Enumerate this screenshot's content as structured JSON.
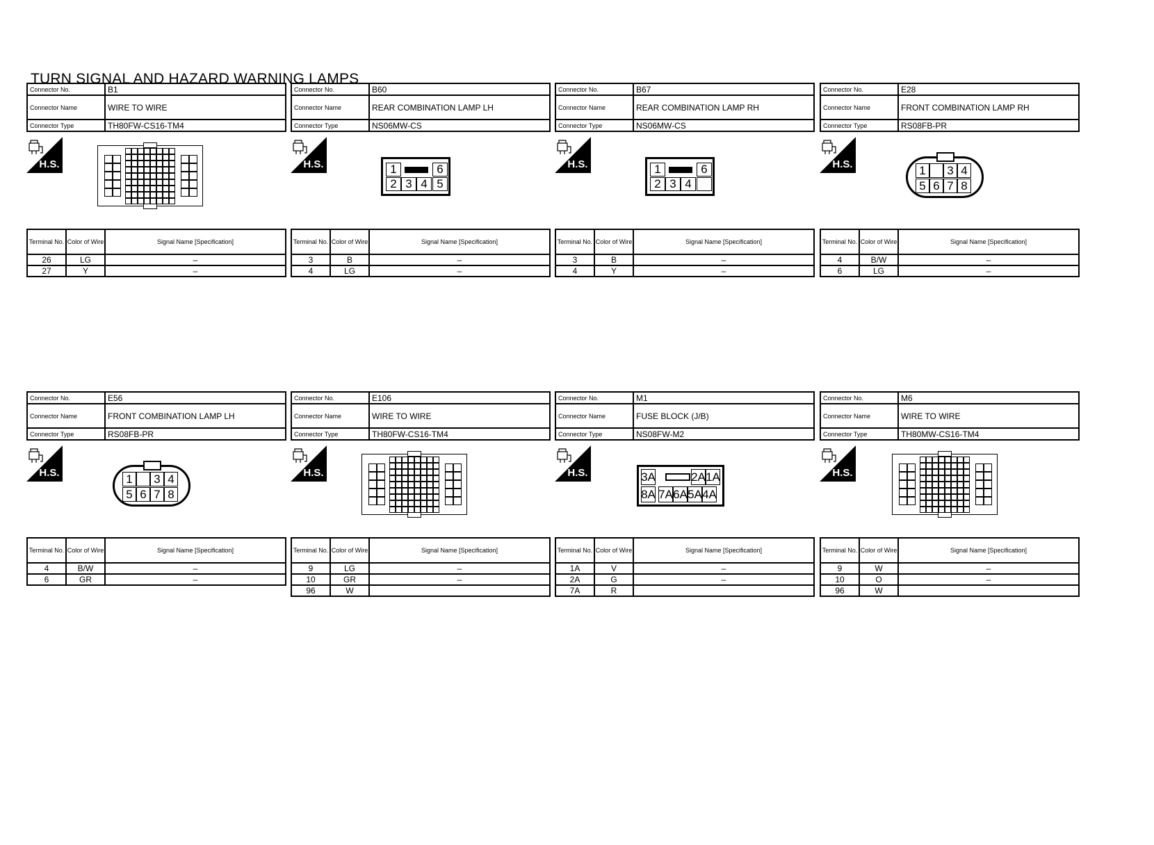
{
  "page": {
    "title": "TURN SIGNAL AND HAZARD WARNING LAMPS"
  },
  "labels": {
    "connector_no": "Connector No.",
    "connector_name": "Connector Name",
    "connector_type": "Connector Type",
    "hs_label": "H.S.",
    "col_terminal": "Terminal No.",
    "col_color": "Color of Wire",
    "col_signal": "Signal Name [Specification]"
  },
  "connectors": [
    {
      "no": "B1",
      "name": "WIRE TO WIRE",
      "type": "TH80FW-CS16-TM4",
      "rows": [
        {
          "terminal": "26",
          "color": "LG",
          "signal": "–"
        },
        {
          "terminal": "27",
          "color": "Y",
          "signal": "–"
        }
      ]
    },
    {
      "no": "B60",
      "name": "REAR COMBINATION LAMP LH",
      "type": "NS06MW-CS",
      "pins": [
        "1",
        "6",
        "2",
        "3",
        "4",
        "5"
      ],
      "rows": [
        {
          "terminal": "3",
          "color": "B",
          "signal": "–"
        },
        {
          "terminal": "4",
          "color": "LG",
          "signal": "–"
        }
      ]
    },
    {
      "no": "B67",
      "name": "REAR COMBINATION LAMP RH",
      "type": "NS06MW-CS",
      "pins": [
        "1",
        "6",
        "2",
        "3",
        "4"
      ],
      "rows": [
        {
          "terminal": "3",
          "color": "B",
          "signal": "–"
        },
        {
          "terminal": "4",
          "color": "Y",
          "signal": "–"
        }
      ]
    },
    {
      "no": "E28",
      "name": "FRONT COMBINATION LAMP RH",
      "type": "RS08FB-PR",
      "pins": [
        "1",
        "3",
        "4",
        "5",
        "6",
        "7",
        "8"
      ],
      "rows": [
        {
          "terminal": "4",
          "color": "B/W",
          "signal": "–"
        },
        {
          "terminal": "6",
          "color": "LG",
          "signal": "–"
        }
      ]
    },
    {
      "no": "E56",
      "name": "FRONT COMBINATION LAMP LH",
      "type": "RS08FB-PR",
      "pins": [
        "1",
        "3",
        "4",
        "5",
        "6",
        "7",
        "8"
      ],
      "rows": [
        {
          "terminal": "4",
          "color": "B/W",
          "signal": "–"
        },
        {
          "terminal": "6",
          "color": "GR",
          "signal": "–"
        }
      ]
    },
    {
      "no": "E106",
      "name": "WIRE TO WIRE",
      "type": "TH80FW-CS16-TM4",
      "rows": [
        {
          "terminal": "9",
          "color": "LG",
          "signal": "–"
        },
        {
          "terminal": "10",
          "color": "GR",
          "signal": "–"
        },
        {
          "terminal": "96",
          "color": "W",
          "signal": ""
        }
      ]
    },
    {
      "no": "M1",
      "name": "FUSE BLOCK (J/B)",
      "type": "NS08FW-M2",
      "pins": [
        "3A",
        "2A",
        "1A",
        "8A",
        "7A",
        "6A",
        "5A",
        "4A"
      ],
      "rows": [
        {
          "terminal": "1A",
          "color": "V",
          "signal": "–"
        },
        {
          "terminal": "2A",
          "color": "G",
          "signal": "–"
        },
        {
          "terminal": "7A",
          "color": "R",
          "signal": ""
        }
      ]
    },
    {
      "no": "M6",
      "name": "WIRE TO WIRE",
      "type": "TH80MW-CS16-TM4",
      "rows": [
        {
          "terminal": "9",
          "color": "W",
          "signal": "–"
        },
        {
          "terminal": "10",
          "color": "O",
          "signal": "–"
        },
        {
          "terminal": "96",
          "color": "W",
          "signal": ""
        }
      ]
    }
  ]
}
